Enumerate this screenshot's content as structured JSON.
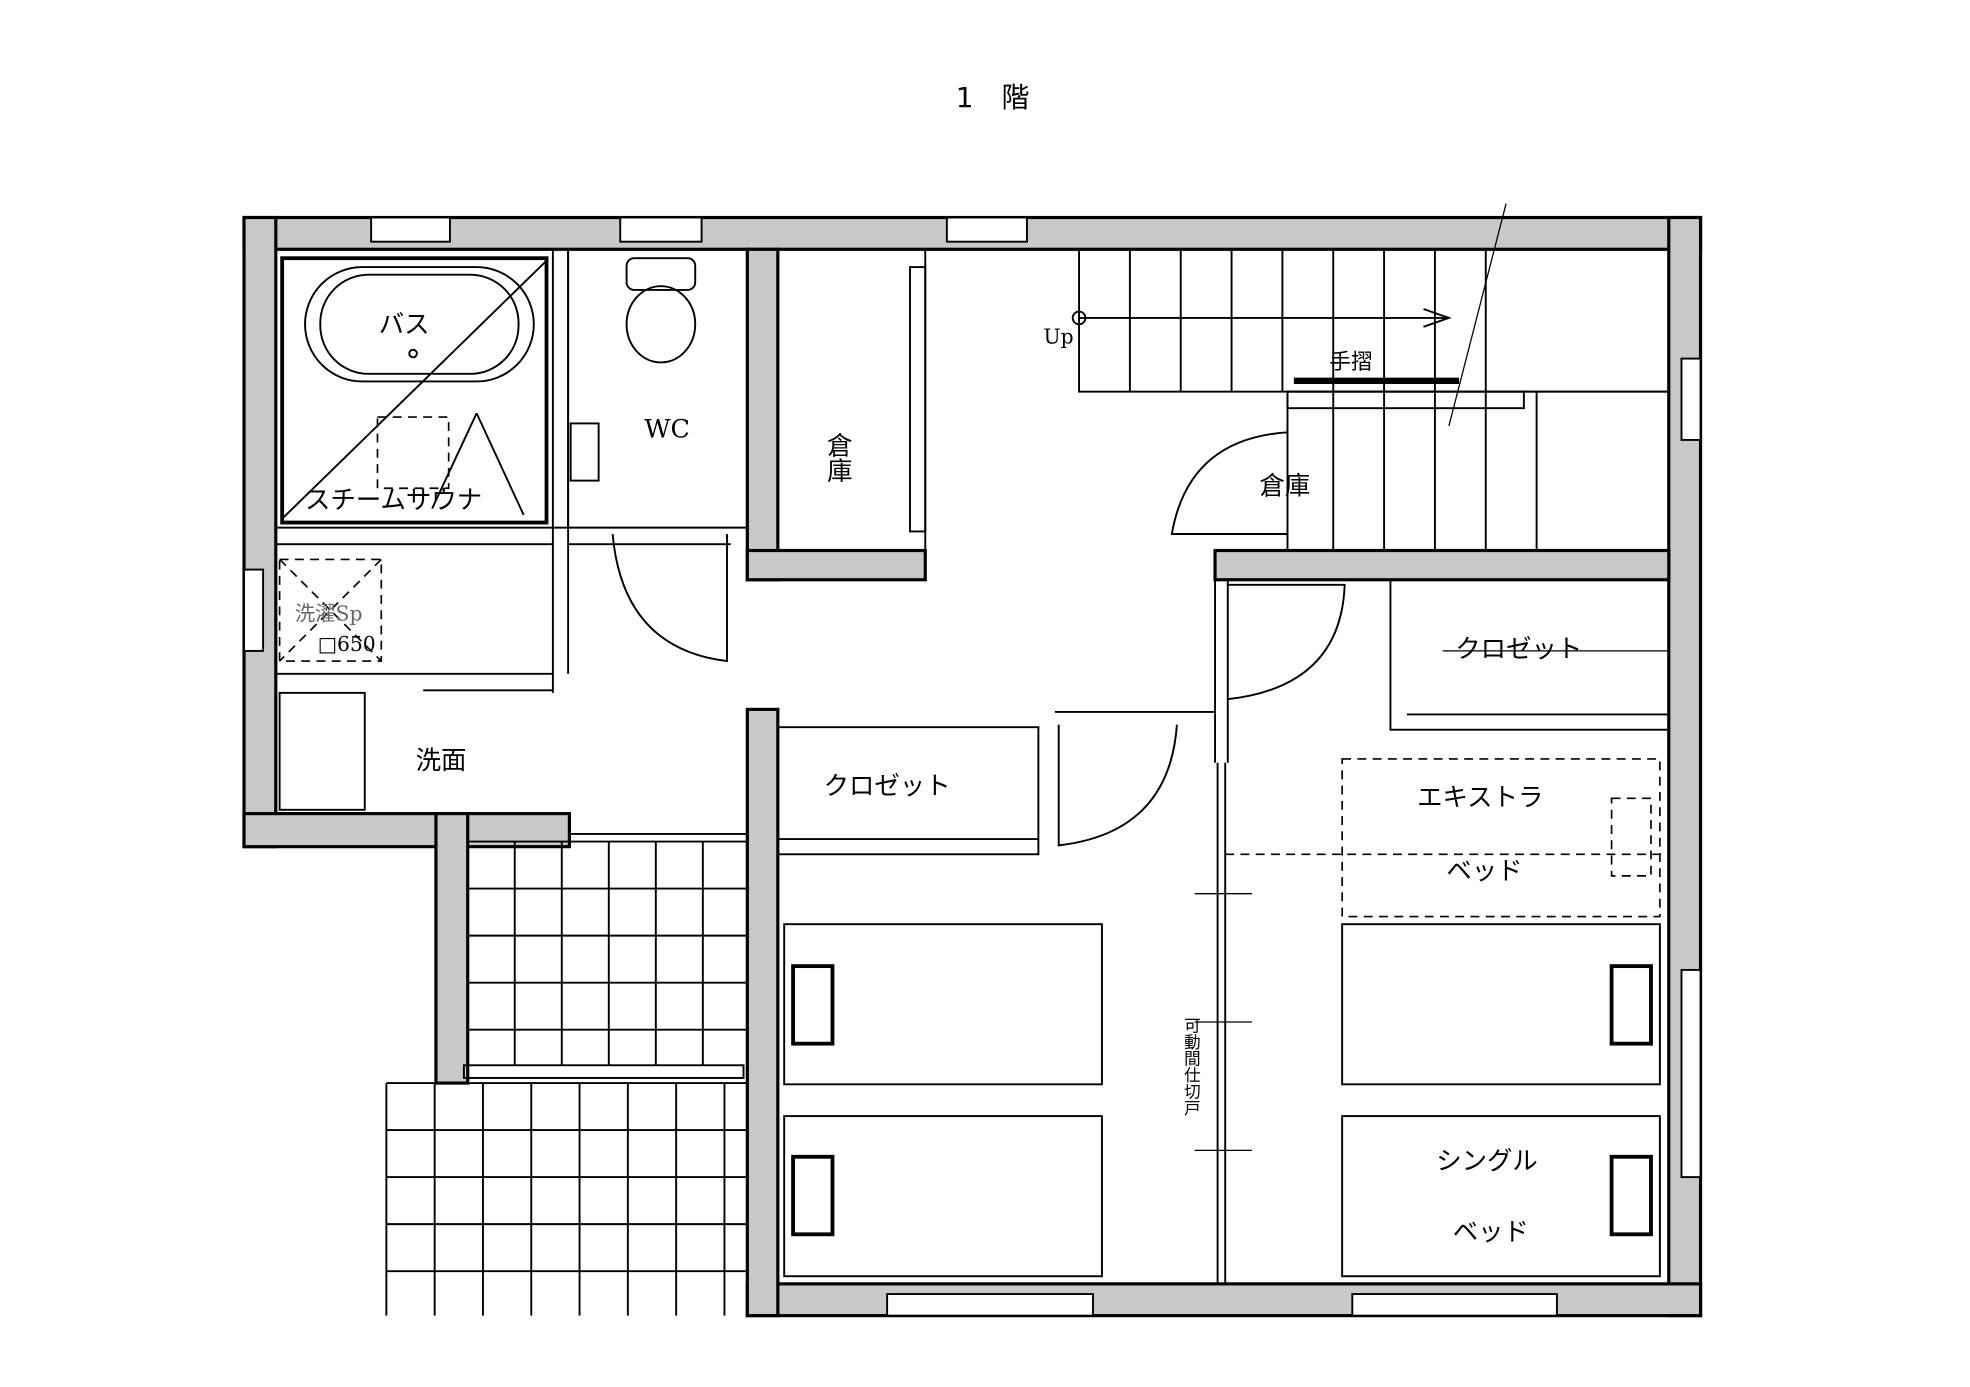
{
  "title": "1　階",
  "rooms": {
    "bath": "バス",
    "sauna": "スチームサウナ",
    "wc": "WC",
    "storage_left": "倉庫",
    "storage_stairs": "倉庫",
    "laundry": "洗濯Sp",
    "laundry_size": "□650",
    "washroom": "洗面",
    "closet_left": "クロゼット",
    "closet_right": "クロゼット",
    "extra_bed_1": "エキストラ",
    "extra_bed_2": "ベッド",
    "single_bed_1": "シングル",
    "single_bed_2": "ベッド"
  },
  "stairs": {
    "up": "Up",
    "handrail": "手摺"
  },
  "partition": "可動間仕切戸"
}
